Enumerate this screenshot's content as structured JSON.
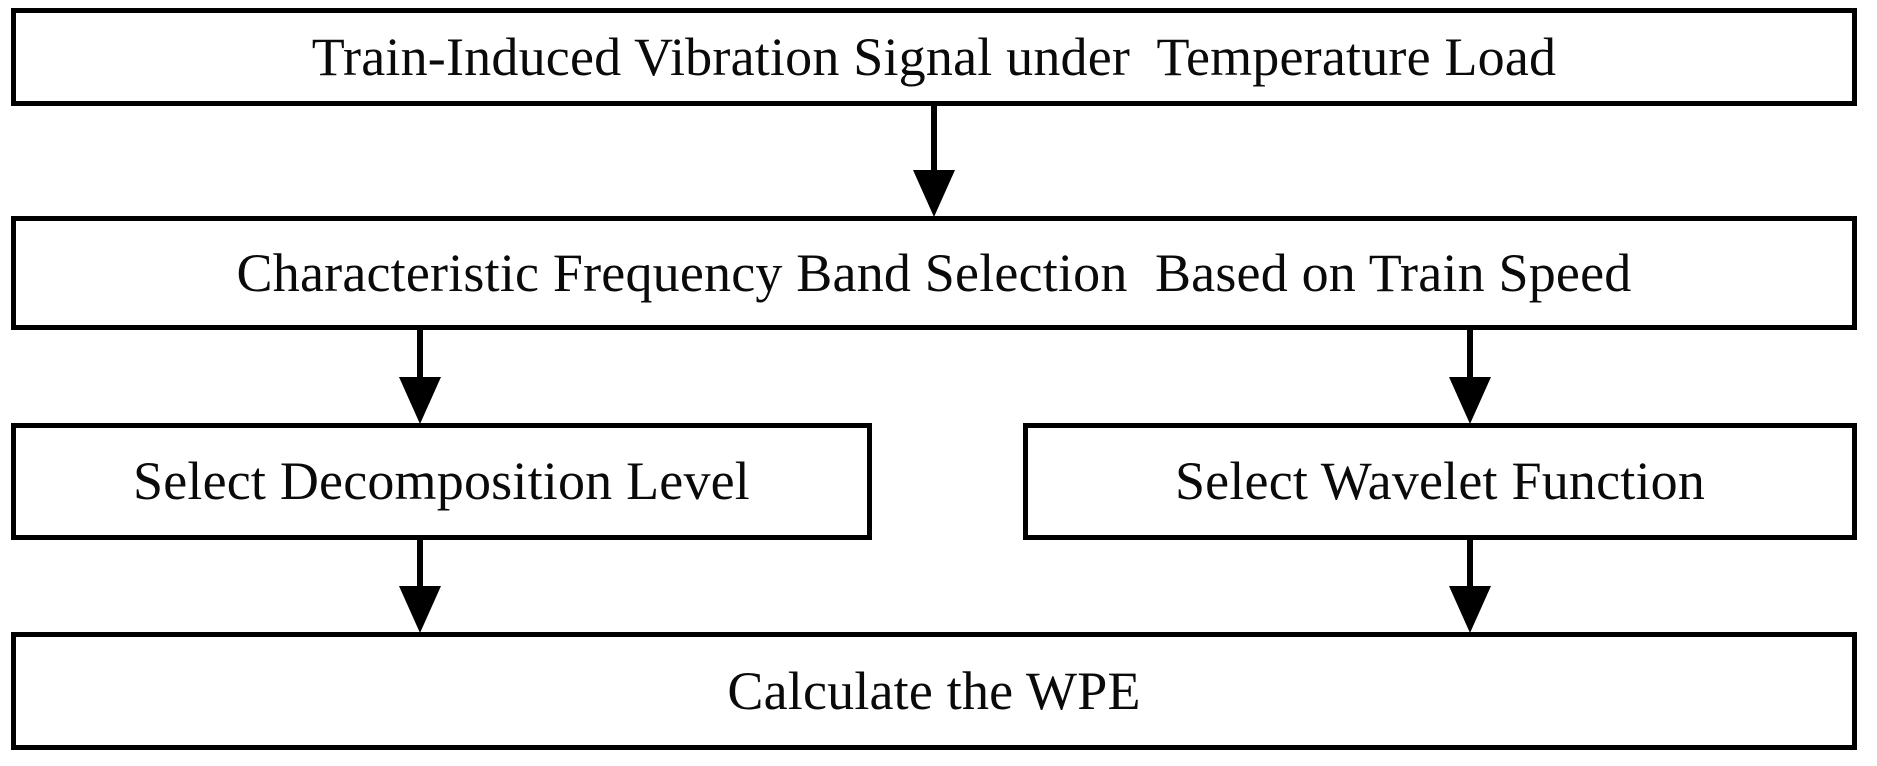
{
  "diagram": {
    "title": "Wavelet Packet Energy (WPE) calculation workflow",
    "type": "flowchart",
    "orientation": "top-to-bottom",
    "background_color": "#ffffff",
    "line_color": "#000000",
    "text_color": "#0a0a0a",
    "nodes": [
      {
        "id": "signal",
        "label": "Train-Induced Vibration Signal under  Temperature Load",
        "shape": "rectangle",
        "row": 1
      },
      {
        "id": "bandselect",
        "label": "Characteristic Frequency Band Selection  Based on Train Speed",
        "shape": "rectangle",
        "row": 2
      },
      {
        "id": "declevel",
        "label": "Select Decomposition Level",
        "shape": "rectangle",
        "row": 3
      },
      {
        "id": "waveletfn",
        "label": "Select Wavelet Function",
        "shape": "rectangle",
        "row": 3
      },
      {
        "id": "wpe",
        "label": "Calculate the WPE",
        "shape": "rectangle",
        "row": 4
      }
    ],
    "edges": [
      {
        "id": "signal-to-band",
        "from": "signal",
        "to": "bandselect",
        "arrowhead": "filled-triangle-down",
        "label": ""
      },
      {
        "id": "band-to-declevel",
        "from": "bandselect",
        "to": "declevel",
        "arrowhead": "filled-triangle-down",
        "label": ""
      },
      {
        "id": "band-to-wavelet",
        "from": "bandselect",
        "to": "waveletfn",
        "arrowhead": "filled-triangle-down",
        "label": ""
      },
      {
        "id": "declevel-to-wpe",
        "from": "declevel",
        "to": "wpe",
        "arrowhead": "filled-triangle-down",
        "label": ""
      },
      {
        "id": "wavelet-to-wpe",
        "from": "waveletfn",
        "to": "wpe",
        "arrowhead": "filled-triangle-down",
        "label": ""
      }
    ]
  }
}
